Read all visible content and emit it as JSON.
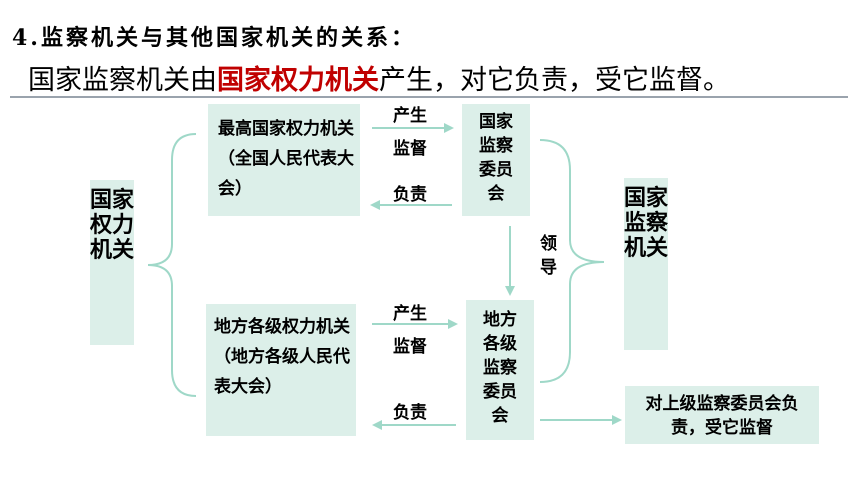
{
  "heading": "4.监察机关与其他国家机关的关系：",
  "subline": {
    "before": "国家监察机关由",
    "highlight": "国家权力机关",
    "after": "产生，对它负责，受它监督。"
  },
  "left_group": "国家权力机关",
  "right_group": "国家监察机关",
  "top_row": {
    "power_box": "最高国家权力机关（全国人民代表大会）",
    "arrow_up_label_1": "产生",
    "arrow_up_label_2": "监督",
    "arrow_back_label": "负责",
    "supervision_box": "国家监察委员会"
  },
  "bottom_row": {
    "power_box": "地方各级权力机关（地方各级人民代表大会）",
    "arrow_up_label_1": "产生",
    "arrow_up_label_2": "监督",
    "arrow_back_label": "负责",
    "supervision_box": "地方各级监察委员会"
  },
  "lead_label": "领导",
  "note_box": "对上级监察委员会负责，受它监督",
  "colors": {
    "box_fill": "#dcefe9",
    "connector": "#9fd8c8",
    "highlight": "#c00000",
    "rule": "#9aa3ad"
  }
}
